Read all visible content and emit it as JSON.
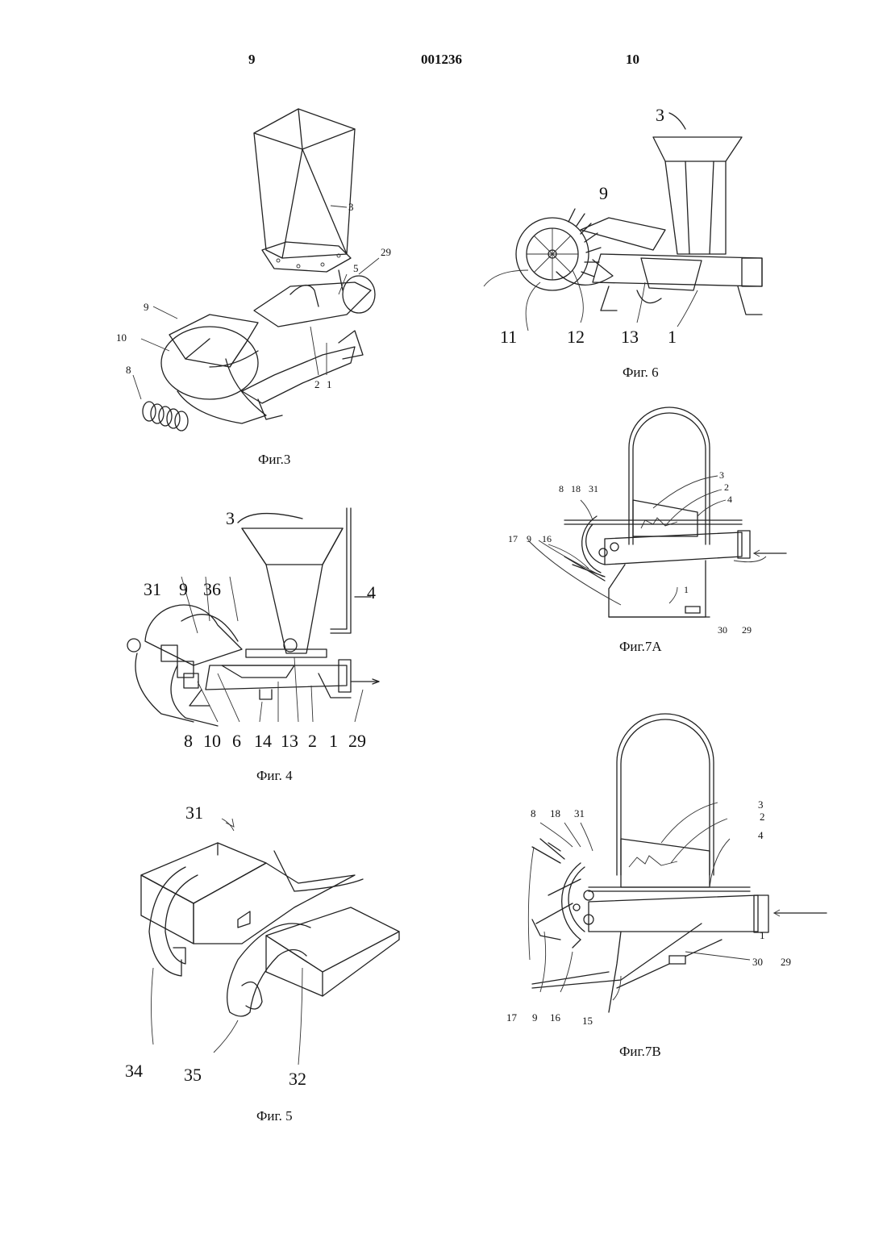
{
  "header": {
    "left_page": "9",
    "doc_number": "001236",
    "right_page": "10"
  },
  "figures": {
    "fig3": {
      "caption": "Фиг.3",
      "labels": [
        "3",
        "29",
        "5",
        "9",
        "10",
        "8",
        "2",
        "1"
      ]
    },
    "fig4": {
      "caption": "Фиг. 4",
      "labels": [
        "3",
        "4",
        "31",
        "9",
        "36",
        "8",
        "10",
        "6",
        "14",
        "13",
        "2",
        "1",
        "29"
      ]
    },
    "fig5": {
      "caption": "Фиг. 5",
      "labels": [
        "31",
        "34",
        "35",
        "32"
      ]
    },
    "fig6": {
      "caption": "Фиг. 6",
      "labels": [
        "3",
        "9",
        "11",
        "12",
        "13",
        "1"
      ]
    },
    "fig7a": {
      "caption": "Фиг.7А",
      "labels": [
        "3",
        "8",
        "18",
        "31",
        "2",
        "4",
        "17",
        "9",
        "16",
        "1",
        "30",
        "29"
      ]
    },
    "fig7b": {
      "caption": "Фиг.7В",
      "labels": [
        "3",
        "2",
        "4",
        "8",
        "18",
        "31",
        "1",
        "29",
        "30",
        "17",
        "9",
        "16",
        "15"
      ]
    }
  }
}
